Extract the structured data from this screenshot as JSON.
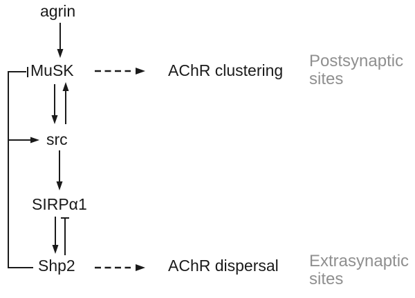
{
  "figure": {
    "type": "signaling-pathway-diagram",
    "nodes": {
      "agrin": {
        "label": "agrin"
      },
      "musk": {
        "label": "MuSK"
      },
      "src": {
        "label": "src"
      },
      "sirpa1": {
        "label": "SIRPα1"
      },
      "shp2": {
        "label": "Shp2"
      },
      "achr_clustering": {
        "label": "AChR clustering"
      },
      "achr_dispersal": {
        "label": "AChR dispersal"
      }
    },
    "region_labels": {
      "postsynaptic": {
        "label": "Postsynaptic sites"
      },
      "extrasynaptic": {
        "label": "Extrasynaptic sites"
      }
    },
    "edges": [
      {
        "from": "agrin",
        "to": "MuSK",
        "type": "activation",
        "style": "solid"
      },
      {
        "from": "MuSK",
        "to": "src",
        "type": "activation",
        "style": "solid"
      },
      {
        "from": "src",
        "to": "MuSK",
        "type": "activation",
        "style": "solid"
      },
      {
        "from": "src",
        "to": "SIRPα1",
        "type": "activation",
        "style": "solid"
      },
      {
        "from": "SIRPα1",
        "to": "Shp2",
        "type": "activation",
        "style": "solid"
      },
      {
        "from": "Shp2",
        "to": "SIRPα1",
        "type": "inhibition",
        "style": "solid"
      },
      {
        "from": "Shp2",
        "to": "MuSK",
        "type": "inhibition",
        "style": "solid"
      },
      {
        "from": "Shp2",
        "to": "src",
        "type": "activation",
        "style": "solid"
      },
      {
        "from": "MuSK",
        "to": "AChR clustering",
        "type": "leads-to",
        "style": "dashed"
      },
      {
        "from": "Shp2",
        "to": "AChR dispersal",
        "type": "leads-to",
        "style": "dashed"
      }
    ],
    "colors": {
      "text": "#1a1a1a",
      "lines": "#1a1a1a",
      "region_text": "#8f8f8f",
      "background": "#ffffff"
    }
  }
}
